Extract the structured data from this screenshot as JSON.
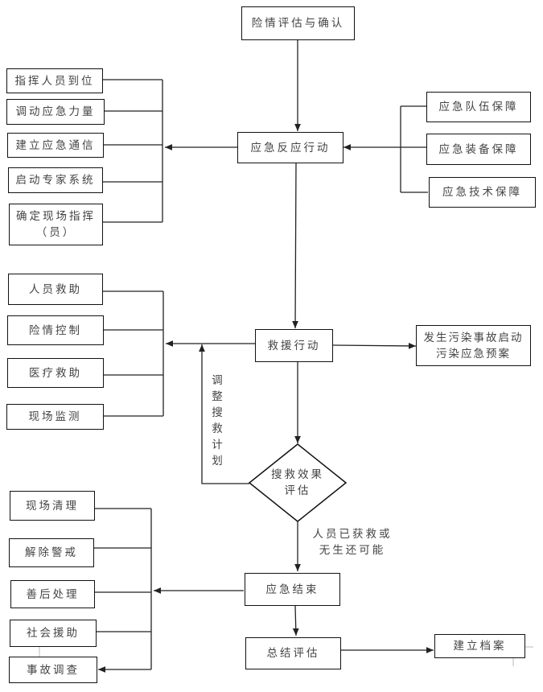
{
  "nodes": {
    "assess": "险情评估与确认",
    "response": "应急反应行动",
    "rescue": "救援行动",
    "evaluate": "搜救效果评估",
    "end": "应急结束",
    "summary": "总结评估",
    "archive": "建立档案",
    "pollution": "发生污染事故启动污染应急预案"
  },
  "response_left": [
    "指挥人员到位",
    "调动应急力量",
    "建立应急通信",
    "启动专家系统",
    "确定现场指挥（员）"
  ],
  "response_right": [
    "应急队伍保障",
    "应急装备保障",
    "应急技术保障"
  ],
  "rescue_left": [
    "人员救助",
    "险情控制",
    "医疗救助",
    "现场监测"
  ],
  "end_left": [
    "现场清理",
    "解除警戒",
    "善后处理",
    "社会援助",
    "事故调查"
  ],
  "edge_labels": {
    "adjust": "调整搜救计划",
    "done": "人员已获救或无生还可能"
  }
}
